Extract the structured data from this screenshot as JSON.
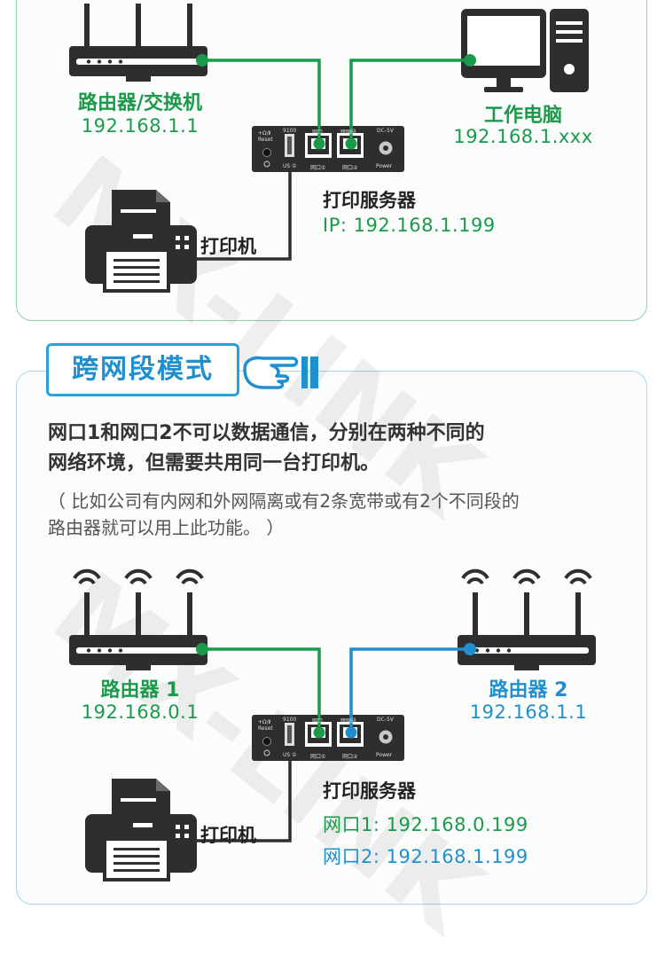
{
  "top": {
    "router_label": "路由器/交换机",
    "router_ip": "192.168.1.1",
    "pc_label": "工作电脑",
    "pc_ip": "192.168.1.xxx",
    "server_label": "打印服务器",
    "server_ip": "IP: 192.168.1.199",
    "printer_label": "打印机"
  },
  "mode": {
    "title": "跨网段模式",
    "desc_line1": "网口1和网口2不可以数据通信，分别在两种不同的",
    "desc_line2": "网络环境，但需要共用同一台打印机。",
    "note_line1": "（ 比如公司有内网和外网隔离或有2条宽带或有2个不同段的",
    "note_line2": "路由器就可以用上此功能。 ）"
  },
  "bottom": {
    "router1_label": "路由器 1",
    "router1_ip": "192.168.0.1",
    "router2_label": "路由器 2",
    "router2_ip": "192.168.1.1",
    "server_label": "打印服务器",
    "port1": "网口1: 192.168.0.199",
    "port2": "网口2: 192.168.1.199",
    "printer_label": "打印机"
  },
  "device_text": {
    "reset": "Reset",
    "reset_cn": "+Ω/Ⅱ",
    "usb_port": "9100",
    "usb_label": "US ①",
    "lan1": "网口①",
    "lan2": "网口②",
    "lan1_top": "网口",
    "lan2_top": "跨网段",
    "dc": "DC-5V",
    "power": "Power"
  },
  "watermark": "MX-LINK",
  "colors": {
    "green": "#1a9a4a",
    "blue": "#1f8fd0",
    "device": "#2e2e2e"
  }
}
